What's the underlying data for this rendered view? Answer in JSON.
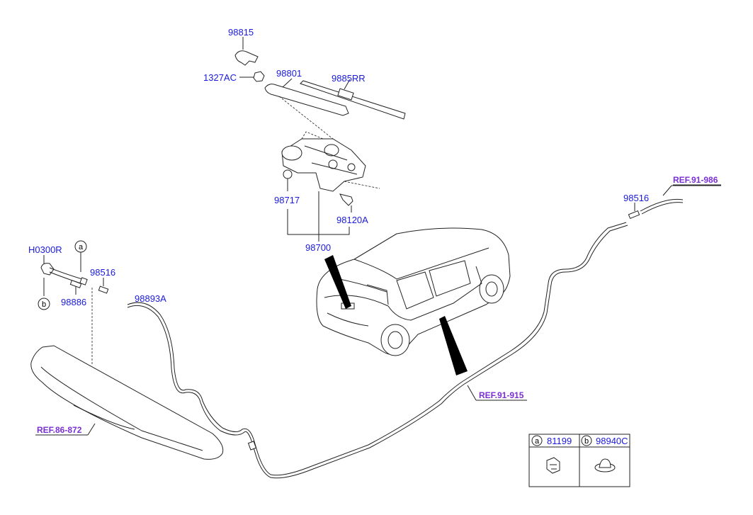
{
  "labels": {
    "p98815": "98815",
    "p1327ac": "1327AC",
    "p98801": "98801",
    "p9885rr": "9885RR",
    "p98717": "98717",
    "p98120a": "98120A",
    "p98700": "98700",
    "ph0300r": "H0300R",
    "p98516_left": "98516",
    "p98886": "98886",
    "p98893a": "98893A",
    "p98516_right": "98516"
  },
  "references": {
    "ref_91_986": "REF.91-986",
    "ref_91_915": "REF.91-915",
    "ref_86_872": "REF.86-872"
  },
  "callouts": {
    "a": "a",
    "b": "b"
  },
  "legend": {
    "a_letter": "a",
    "a_part": "81199",
    "b_letter": "b",
    "b_part": "98940C"
  },
  "colors": {
    "part_label": "#1a1adb",
    "reference_label": "#7a2fd6",
    "line": "#222222"
  }
}
